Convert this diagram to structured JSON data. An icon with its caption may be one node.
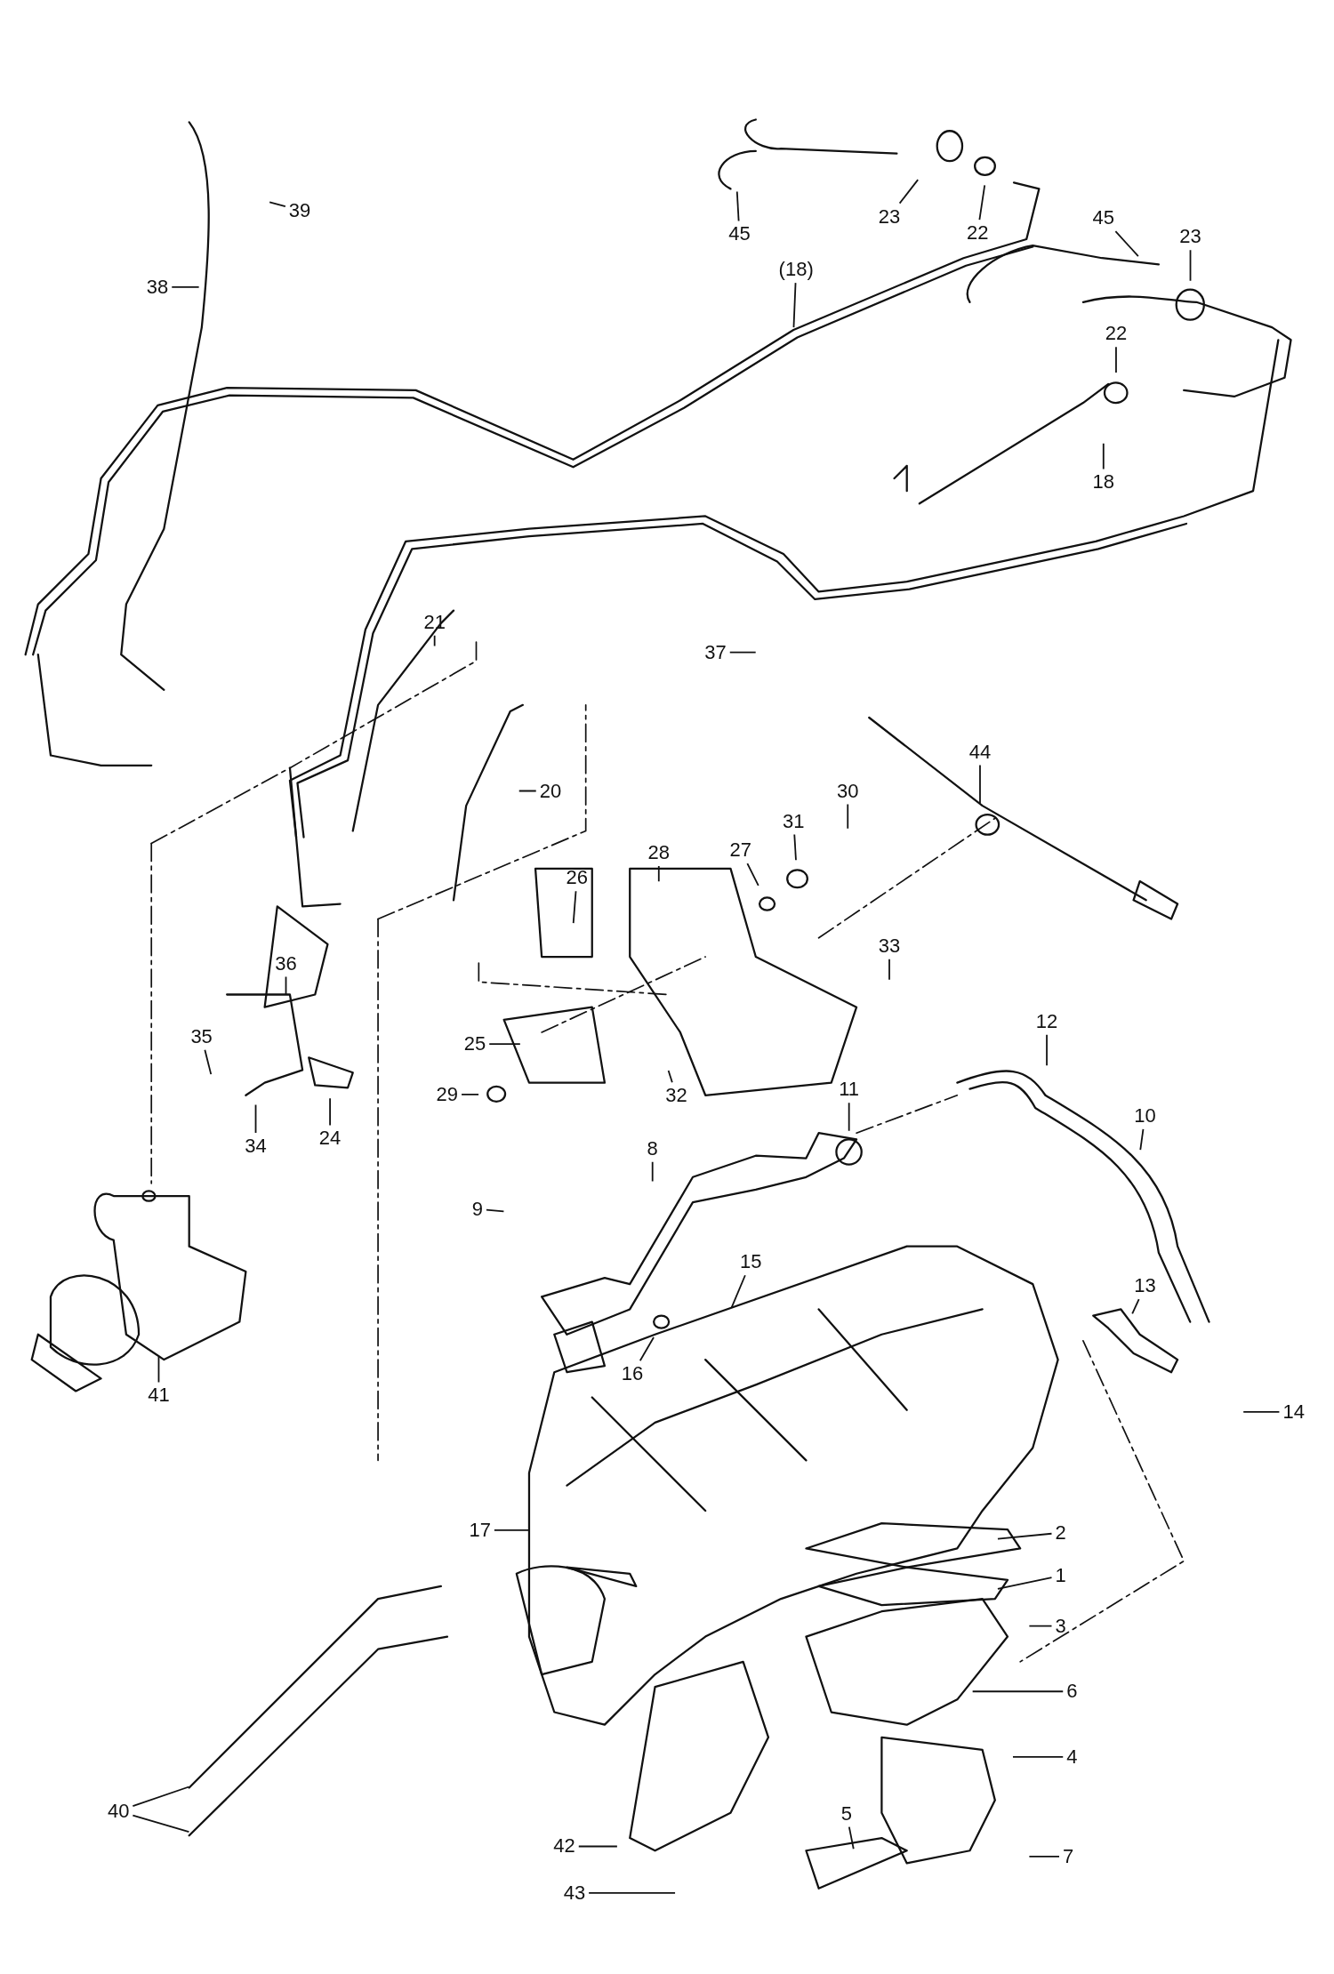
{
  "diagram": {
    "nodes": [
      {
        "text": [
          "39"
        ]
      },
      {
        "text": [
          "38"
        ]
      },
      {
        "text": [
          "45"
        ]
      },
      {
        "text": [
          "23"
        ]
      },
      {
        "text": [
          "22"
        ]
      },
      {
        "text": [
          "(18)"
        ]
      },
      {
        "text": [
          "45"
        ]
      },
      {
        "text": [
          "23"
        ]
      },
      {
        "text": [
          "22"
        ]
      },
      {
        "text": [
          "18"
        ]
      },
      {
        "text": [
          "21"
        ]
      },
      {
        "text": [
          "37"
        ]
      },
      {
        "text": [
          "20"
        ]
      },
      {
        "text": [
          "44"
        ]
      },
      {
        "text": [
          "30"
        ]
      },
      {
        "text": [
          "31"
        ]
      },
      {
        "text": [
          "27"
        ]
      },
      {
        "text": [
          "28"
        ]
      },
      {
        "text": [
          "26"
        ]
      },
      {
        "text": [
          "33"
        ]
      },
      {
        "text": [
          "12"
        ]
      },
      {
        "text": [
          "35"
        ]
      },
      {
        "text": [
          "36"
        ]
      },
      {
        "text": [
          "25"
        ]
      },
      {
        "text": [
          "29"
        ]
      },
      {
        "text": [
          "32"
        ]
      },
      {
        "text": [
          "34"
        ]
      },
      {
        "text": [
          "24"
        ]
      },
      {
        "text": [
          "11"
        ]
      },
      {
        "text": [
          "10"
        ]
      },
      {
        "text": [
          "8"
        ]
      },
      {
        "text": [
          "9"
        ]
      },
      {
        "text": [
          "15"
        ]
      },
      {
        "text": [
          "13"
        ]
      },
      {
        "text": [
          "16"
        ]
      },
      {
        "text": [
          "41"
        ]
      },
      {
        "text": [
          "14"
        ]
      },
      {
        "text": [
          "17"
        ]
      },
      {
        "text": [
          "2"
        ]
      },
      {
        "text": [
          "1"
        ]
      },
      {
        "text": [
          "3"
        ]
      },
      {
        "text": [
          "6"
        ]
      },
      {
        "text": [
          "4"
        ]
      },
      {
        "text": [
          "40"
        ]
      },
      {
        "text": [
          "5"
        ]
      },
      {
        "text": [
          "42"
        ]
      },
      {
        "text": [
          "7"
        ]
      },
      {
        "text": [
          "43"
        ]
      }
    ],
    "edges": [
      {
        "from": 0,
        "to": null,
        "arrow": "none"
      },
      {
        "from": 1,
        "to": null,
        "arrow": "none"
      },
      {
        "from": 2,
        "to": null,
        "arrow": "none"
      },
      {
        "from": 3,
        "to": null,
        "arrow": "none"
      },
      {
        "from": 4,
        "to": null,
        "arrow": "none"
      },
      {
        "from": 5,
        "to": null,
        "arrow": "none"
      },
      {
        "from": 6,
        "to": null,
        "arrow": "none"
      },
      {
        "from": 7,
        "to": null,
        "arrow": "none"
      },
      {
        "from": 8,
        "to": null,
        "arrow": "none"
      },
      {
        "from": 9,
        "to": null,
        "arrow": "none"
      },
      {
        "from": 10,
        "to": null,
        "arrow": "none"
      },
      {
        "from": 11,
        "to": null,
        "arrow": "none"
      },
      {
        "from": 12,
        "to": null,
        "arrow": "none"
      },
      {
        "from": 13,
        "to": null,
        "arrow": "none"
      },
      {
        "from": 14,
        "to": null,
        "arrow": "none"
      },
      {
        "from": 15,
        "to": null,
        "arrow": "none"
      },
      {
        "from": 16,
        "to": null,
        "arrow": "none"
      },
      {
        "from": 17,
        "to": null,
        "arrow": "none"
      },
      {
        "from": 18,
        "to": null,
        "arrow": "none"
      },
      {
        "from": 19,
        "to": null,
        "arrow": "none"
      },
      {
        "from": 20,
        "to": null,
        "arrow": "none"
      },
      {
        "from": 21,
        "to": null,
        "arrow": "none"
      },
      {
        "from": 22,
        "to": null,
        "arrow": "none"
      },
      {
        "from": 23,
        "to": null,
        "arrow": "none"
      },
      {
        "from": 24,
        "to": null,
        "arrow": "none"
      },
      {
        "from": 25,
        "to": null,
        "arrow": "none"
      },
      {
        "from": 26,
        "to": null,
        "arrow": "none"
      },
      {
        "from": 27,
        "to": null,
        "arrow": "none"
      },
      {
        "from": 28,
        "to": null,
        "arrow": "none"
      },
      {
        "from": 29,
        "to": null,
        "arrow": "none"
      },
      {
        "from": 30,
        "to": null,
        "arrow": "none"
      },
      {
        "from": 31,
        "to": null,
        "arrow": "none"
      },
      {
        "from": 32,
        "to": null,
        "arrow": "none"
      },
      {
        "from": 33,
        "to": null,
        "arrow": "none"
      },
      {
        "from": 34,
        "to": null,
        "arrow": "none"
      },
      {
        "from": 35,
        "to": null,
        "arrow": "none"
      },
      {
        "from": 36,
        "to": null,
        "arrow": "none"
      },
      {
        "from": 37,
        "to": null,
        "arrow": "none"
      },
      {
        "from": 38,
        "to": null,
        "arrow": "none"
      },
      {
        "from": 39,
        "to": null,
        "arrow": "none"
      },
      {
        "from": 40,
        "to": null,
        "arrow": "none"
      },
      {
        "from": 41,
        "to": null,
        "arrow": "none"
      },
      {
        "from": 42,
        "to": null,
        "arrow": "none"
      },
      {
        "from": 43,
        "to": null,
        "arrow": "none"
      },
      {
        "from": 43,
        "to": null,
        "arrow": "none"
      },
      {
        "from": 44,
        "to": null,
        "arrow": "none"
      },
      {
        "from": 45,
        "to": null,
        "arrow": "none"
      },
      {
        "from": 46,
        "to": null,
        "arrow": "none"
      },
      {
        "from": 47,
        "to": null,
        "arrow": "none"
      }
    ]
  }
}
